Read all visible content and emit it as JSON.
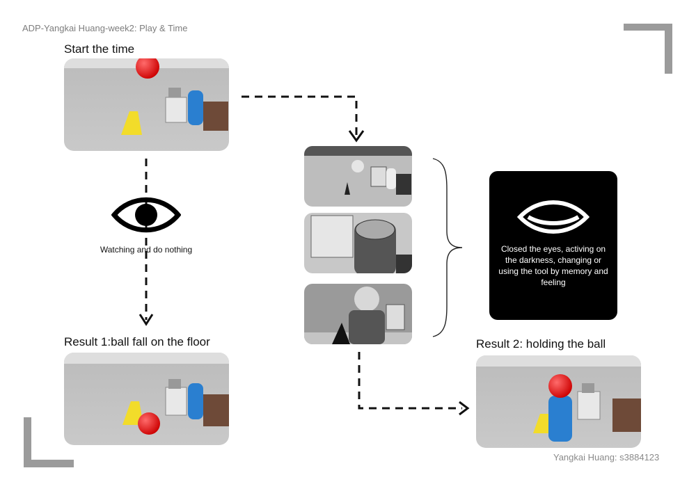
{
  "header": {
    "title": "ADP-Yangkai Huang-week2: Play & Time"
  },
  "footer": {
    "credit": "Yangkai Huang: s3884123"
  },
  "steps": {
    "start": "Start the time",
    "watch": "Watching and do nothing",
    "result1": "Result 1:ball fall on the floor",
    "closed_eyes": "Closed the eyes, activing on the darkness, changing or using the tool by memory and feeling",
    "result2": "Result 2: holding the ball"
  },
  "icons": {
    "watch": "open-eye-icon",
    "closed": "closed-eye-icon"
  },
  "colors": {
    "ball": "#e01818",
    "barrel": "#2a7fd0",
    "sign": "#f2dc2a",
    "card": "#000000"
  }
}
